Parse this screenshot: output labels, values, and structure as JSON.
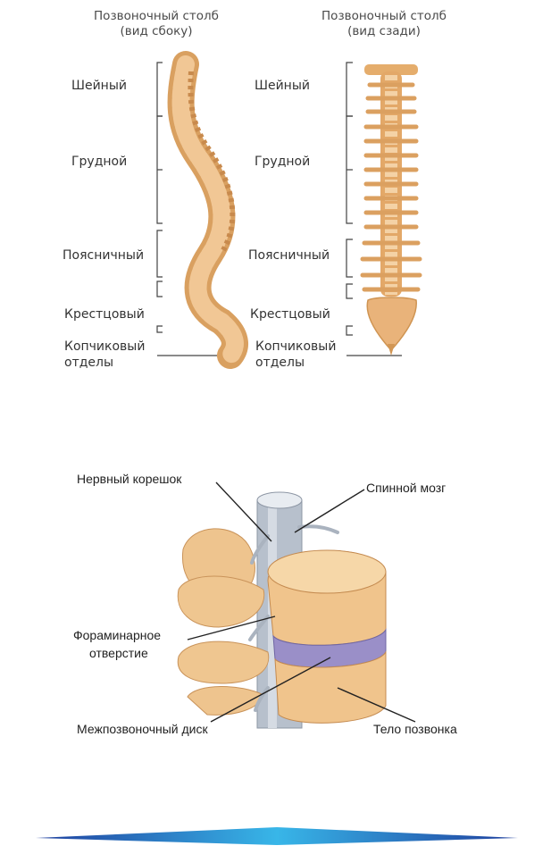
{
  "spine_figure": {
    "side_view": {
      "title_line1": "Позвоночный столб",
      "title_line2": "(вид сбоку)",
      "labels": [
        "Шейный",
        "Грудной",
        "Поясничный",
        "Крестцовый",
        "Копчиковый",
        "отделы"
      ]
    },
    "back_view": {
      "title_line1": "Позвоночный столб",
      "title_line2": "(вид сзади)",
      "labels": [
        "Шейный",
        "Грудной",
        "Поясничный",
        "Крестцовый",
        "Копчиковый",
        "отделы"
      ]
    },
    "bone_color": "#e8b57a"
  },
  "disc_figure": {
    "labels": {
      "nerve_root": "Нервный корешок",
      "spinal_cord": "Спинной мозг",
      "foramen_line1": "Фораминарное",
      "foramen_line2": "отверстие",
      "disc": "Межпозвоночный диск",
      "vertebral_body": "Тело позвонка"
    },
    "disc_color": "#9a8fc8"
  },
  "footer": {
    "bar_colors": [
      "#1f3f9e",
      "#38b6e8"
    ]
  }
}
